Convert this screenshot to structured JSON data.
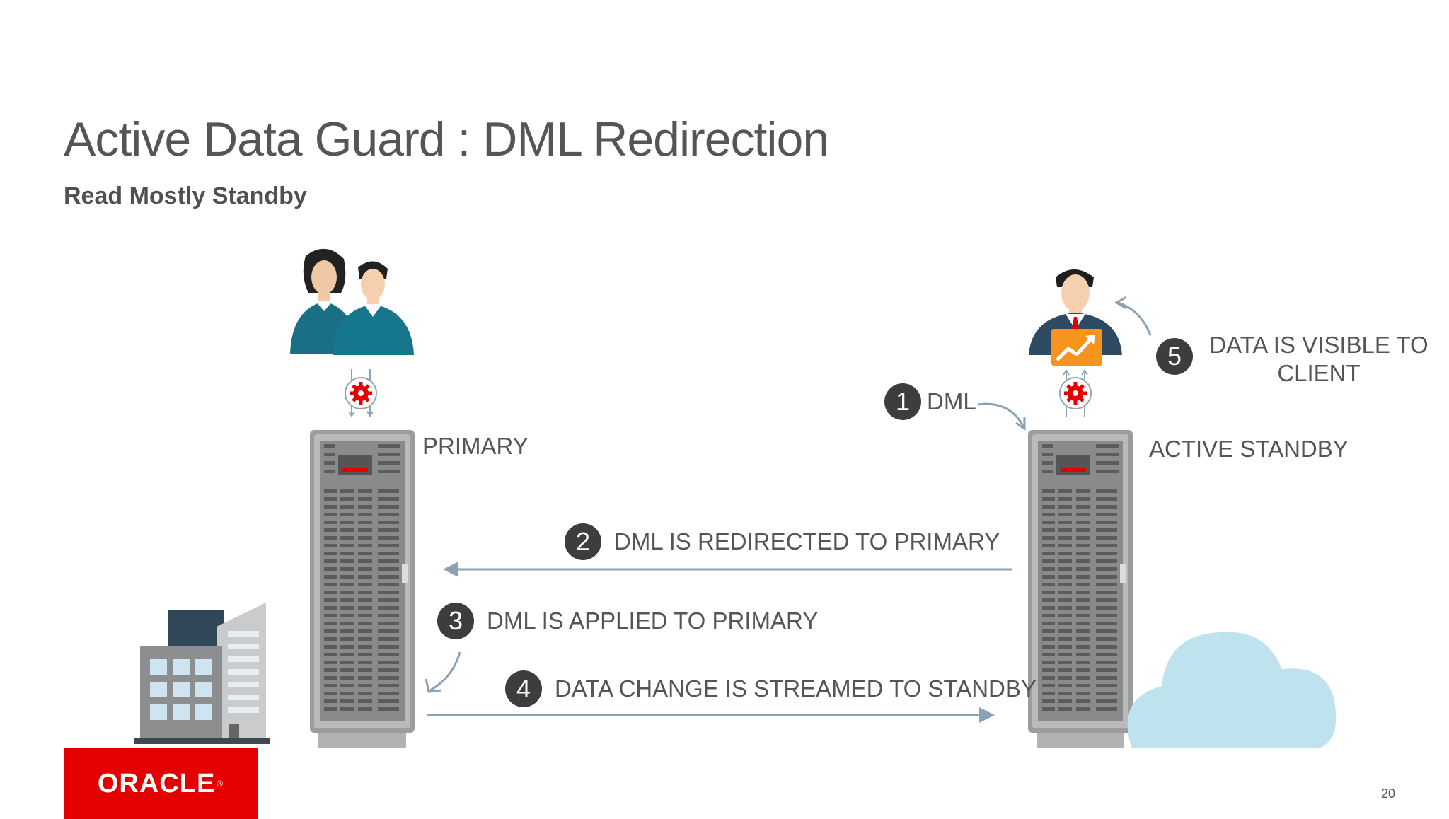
{
  "slide": {
    "title": "Active Data Guard : DML Redirection",
    "subtitle": "Read Mostly Standby",
    "page_number": "20"
  },
  "labels": {
    "primary": "PRIMARY",
    "active_standby": "ACTIVE STANDBY"
  },
  "steps": [
    {
      "num": "1",
      "text": "DML"
    },
    {
      "num": "2",
      "text": "DML IS REDIRECTED TO PRIMARY"
    },
    {
      "num": "3",
      "text": "DML IS APPLIED TO PRIMARY"
    },
    {
      "num": "4",
      "text": "DATA CHANGE IS STREAMED TO STANDBY"
    },
    {
      "num": "5",
      "line1": "DATA IS VISIBLE TO",
      "line2": "CLIENT"
    }
  ],
  "logo": {
    "text": "ORACLE",
    "mark": "®"
  },
  "colors": {
    "arrow": "#8aa2b3",
    "badge": "#3d3d3d",
    "oracle_red": "#e40000",
    "server": "#9a9c9e",
    "teal": "#1b6f84",
    "cloud": "#bfe3ee"
  },
  "icons": [
    "users-icon",
    "database-server-icon",
    "office-building-icon",
    "business-user-icon",
    "analytics-chart-icon",
    "cloud-icon",
    "gear-icon"
  ]
}
